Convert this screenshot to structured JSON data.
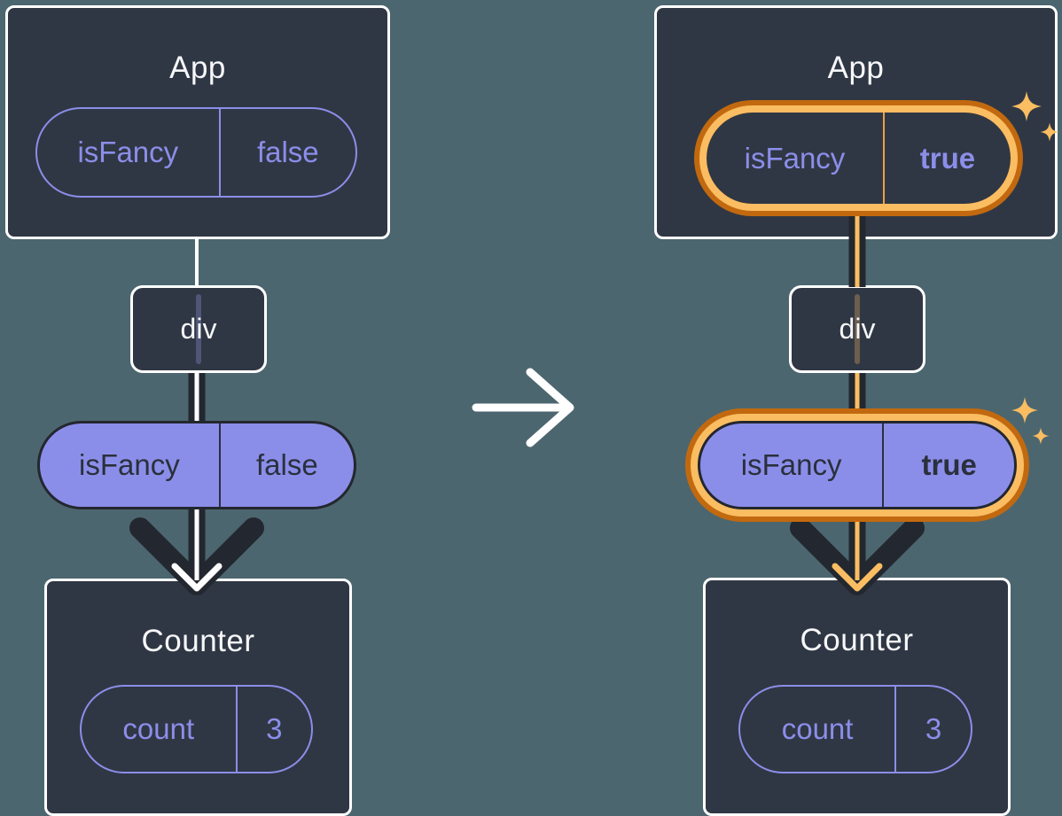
{
  "colors": {
    "background": "#4C666F",
    "card": "#303744",
    "card_border": "#FFFFFF",
    "purple": "#8B8EE9",
    "text_light": "#F6F7F9",
    "dark_ink": "#23272F",
    "orange": "#FABD62",
    "orange_dark": "#C2690F",
    "orange_divider": "#E8A049"
  },
  "left": {
    "app": {
      "title": "App",
      "prop": {
        "name": "isFancy",
        "value": "false"
      }
    },
    "middle": {
      "label": "div"
    },
    "passed_prop": {
      "name": "isFancy",
      "value": "false"
    },
    "counter": {
      "title": "Counter",
      "state": {
        "name": "count",
        "value": "3"
      }
    }
  },
  "right": {
    "app": {
      "title": "App",
      "prop": {
        "name": "isFancy",
        "value": "true"
      }
    },
    "middle": {
      "label": "div"
    },
    "passed_prop": {
      "name": "isFancy",
      "value": "true"
    },
    "counter": {
      "title": "Counter",
      "state": {
        "name": "count",
        "value": "3"
      }
    }
  },
  "icons": {
    "transition_arrow": "right-arrow",
    "flow_arrow": "down-arrow",
    "sparkles": "sparkle-stars"
  }
}
